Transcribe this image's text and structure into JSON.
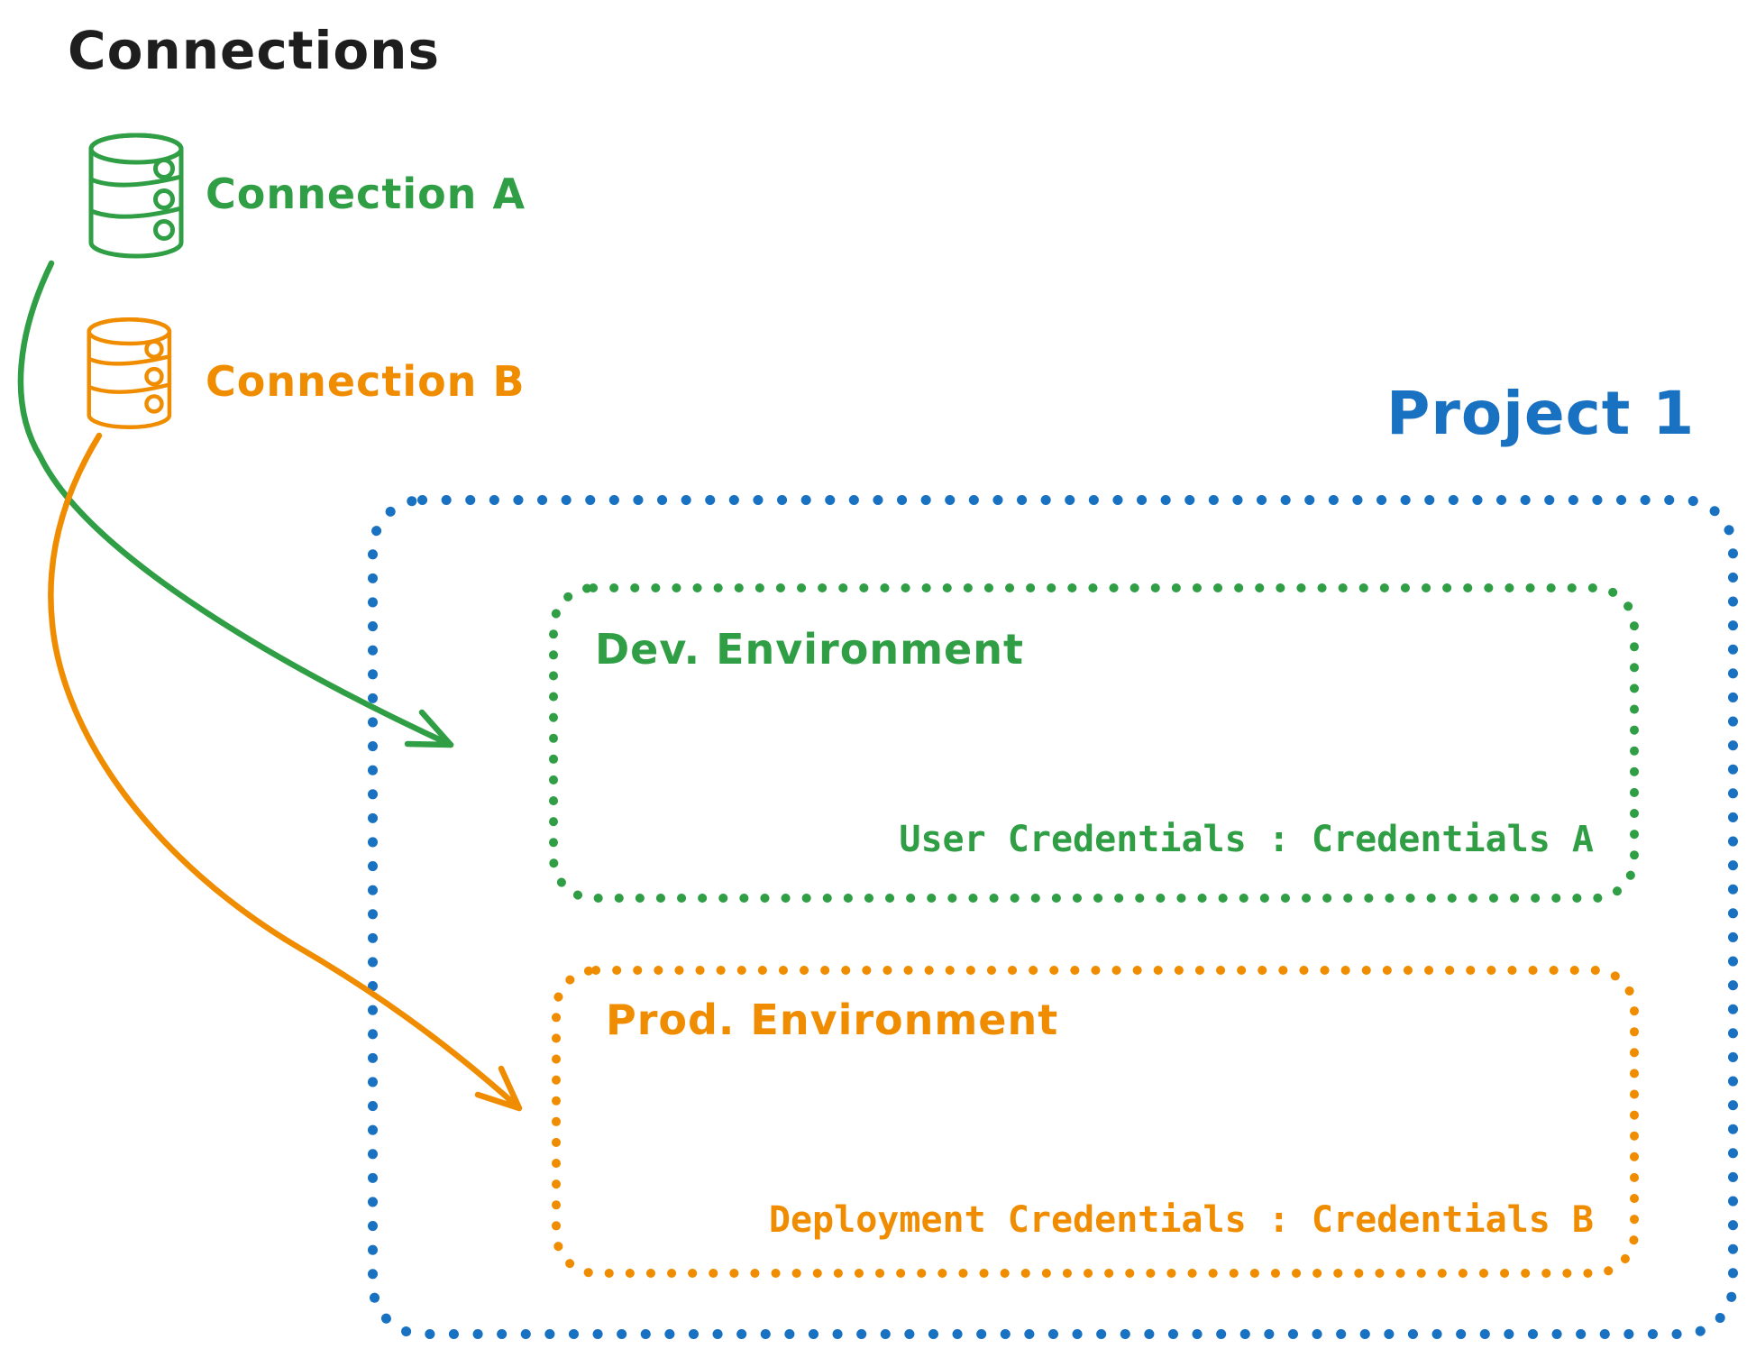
{
  "title": "Connections",
  "connections": [
    {
      "id": "connection-a",
      "label": "Connection A",
      "color_role": "green"
    },
    {
      "id": "connection-b",
      "label": "Connection B",
      "color_role": "orange"
    }
  ],
  "project": {
    "label": "Project 1",
    "environments": [
      {
        "id": "dev",
        "title": "Dev. Environment",
        "credentials": "User Credentials : Credentials A",
        "color_role": "green"
      },
      {
        "id": "prod",
        "title": "Prod. Environment",
        "credentials": "Deployment Credentials : Credentials B",
        "color_role": "orange"
      }
    ]
  },
  "colors": {
    "ink": "#1e1e1e",
    "green": "#2f9e44",
    "green_fill": "#b2f2bb",
    "orange": "#f08c00",
    "orange_fill": "#ffec99",
    "blue": "#1971c2",
    "canvas": "#ffffff"
  }
}
